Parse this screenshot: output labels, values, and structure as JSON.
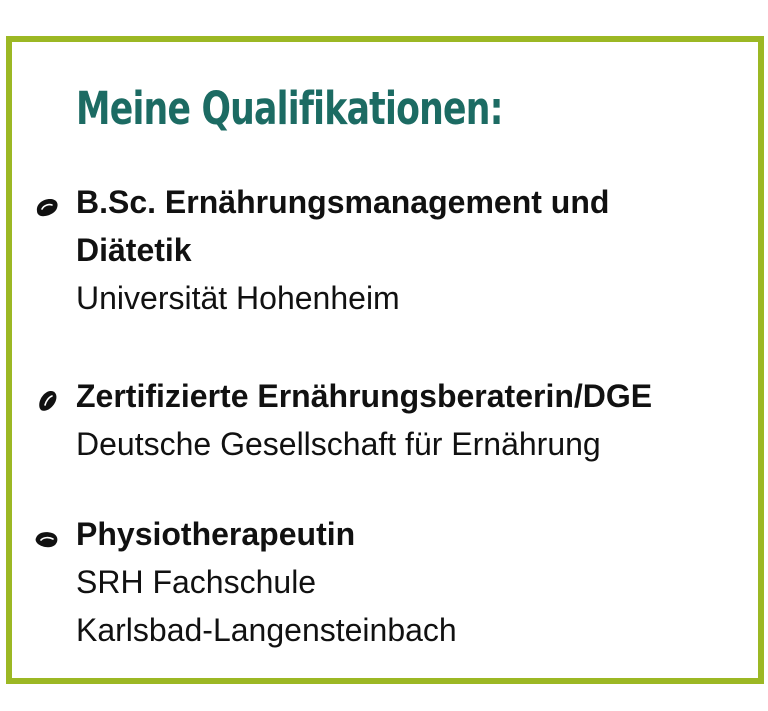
{
  "page": {
    "title": "Meine Qualifikationen:",
    "accent_color": "#9cb824",
    "title_color": "#1c6b63"
  },
  "qualifications": [
    {
      "bullet_icon": "ink-blob-bullet-icon",
      "title_line1": "B.Sc. Ernährungsmanagement und",
      "title_line2": "Diätetik",
      "institution": "Universität Hohenheim"
    },
    {
      "bullet_icon": "ink-blob-bullet-icon",
      "title_line1": "Zertifizierte Ernährungsberaterin/DGE",
      "institution": "Deutsche Gesellschaft für Ernährung"
    },
    {
      "bullet_icon": "ink-blob-bullet-icon",
      "title_line1": "Physiotherapeutin",
      "institution_line1": "SRH Fachschule",
      "institution_line2": "Karlsbad-Langensteinbach"
    }
  ]
}
